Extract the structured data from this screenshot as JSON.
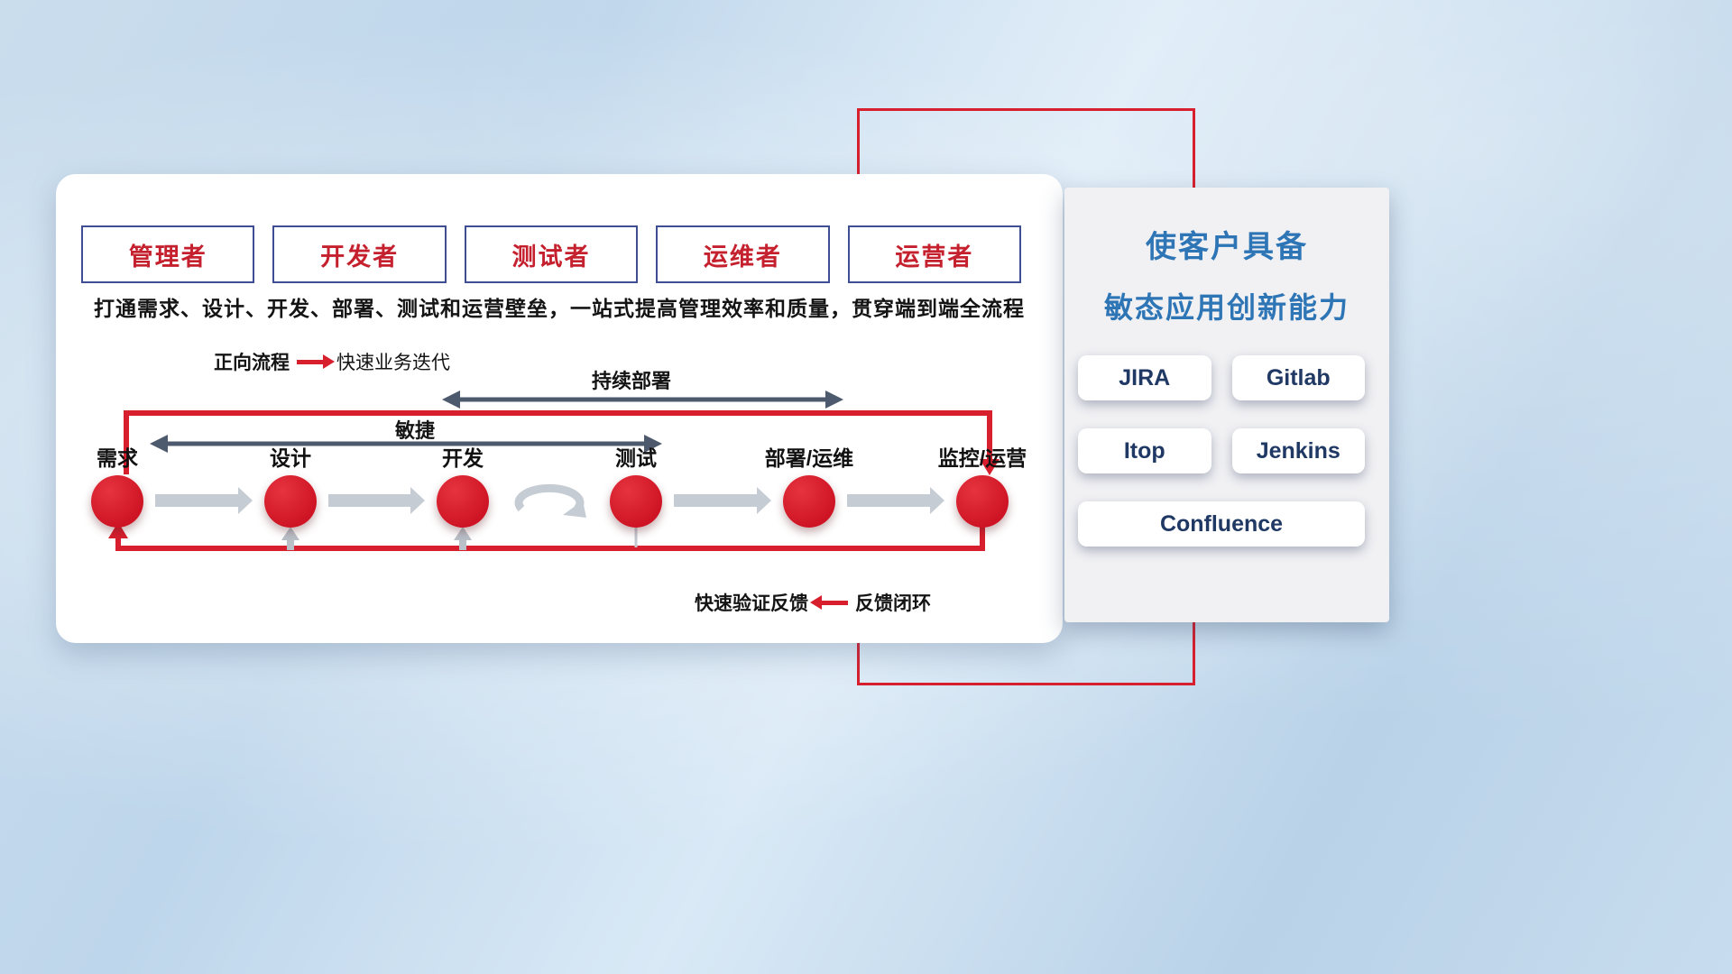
{
  "main_card": {
    "roles": [
      "管理者",
      "开发者",
      "测试者",
      "运维者",
      "运营者"
    ],
    "description": "打通需求、设计、开发、部署、测试和运营壁垒，一站式提高管理效率和质量，贯穿端到端全流程",
    "forward_legend": {
      "label": "正向流程",
      "value": "快速业务迭代"
    },
    "feedback_legend": {
      "label": "快速验证反馈",
      "value": "反馈闭环"
    },
    "flow": {
      "stages": [
        "需求",
        "设计",
        "开发",
        "测试",
        "部署/运维",
        "监控/运营"
      ],
      "agile_label": "敏捷",
      "continuous_deployment_label": "持续部署"
    }
  },
  "right_panel": {
    "title_line1": "使客户具备",
    "title_line2": "敏态应用创新能力",
    "tools": [
      "JIRA",
      "Gitlab",
      "Itop",
      "Jenkins",
      "Confluence"
    ]
  },
  "colors": {
    "accent_red": "#d71f2e",
    "title_blue": "#2e75b6",
    "dark_arrow": "#4d5a6e",
    "gray_arrow": "#c3c9d0",
    "role_text_red": "#c5202e",
    "role_border_navy": "#3f4e92",
    "tool_text_navy": "#1f3864"
  }
}
